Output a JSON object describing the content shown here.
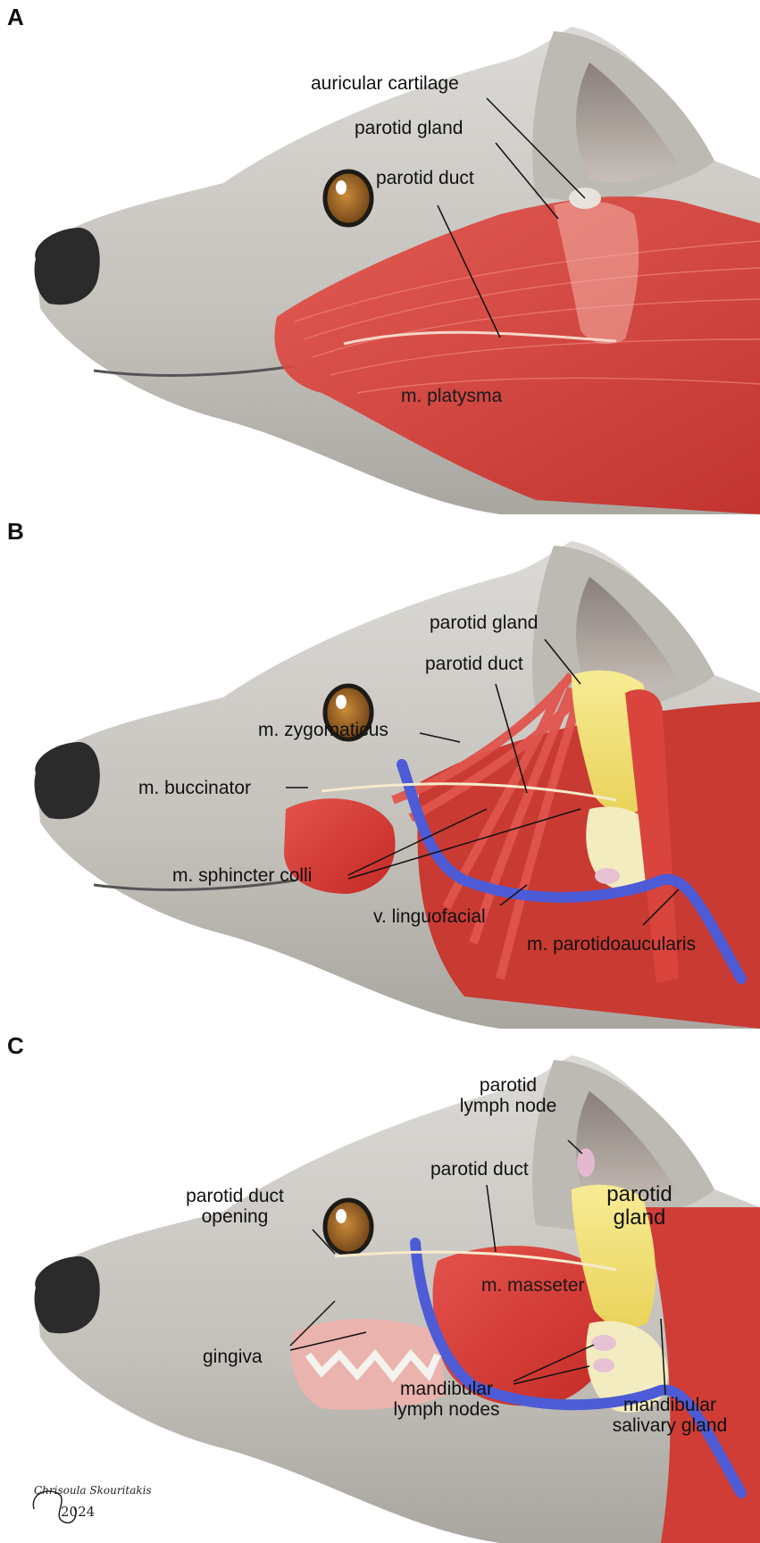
{
  "panels": [
    {
      "letter": "A",
      "labels": {
        "auricular_cartilage": "auricular cartilage",
        "parotid_gland": "parotid gland",
        "parotid_duct": "parotid duct",
        "m_platysma": "m. platysma"
      }
    },
    {
      "letter": "B",
      "labels": {
        "parotid_gland": "parotid gland",
        "parotid_duct": "parotid duct",
        "m_zygomaticus": "m. zygomaticus",
        "m_buccinator": "m. buccinator",
        "m_sphincter_colli": "m. sphincter colli",
        "v_linguofacial": "v. linguofacial",
        "m_parotidoaucularis": "m. parotidoaucularis"
      }
    },
    {
      "letter": "C",
      "labels": {
        "parotid_lymph_node_1": "parotid",
        "parotid_lymph_node_2": "lymph node",
        "parotid_duct": "parotid duct",
        "parotid_duct_opening_1": "parotid duct",
        "parotid_duct_opening_2": "opening",
        "parotid_gland_1": "parotid",
        "parotid_gland_2": "gland",
        "m_masseter": "m. masseter",
        "gingiva": "gingiva",
        "mandibular_lymph_nodes_1": "mandibular",
        "mandibular_lymph_nodes_2": "lymph nodes",
        "mandibular_salivary_gland_1": "mandibular",
        "mandibular_salivary_gland_2": "salivary gland"
      }
    }
  ],
  "signature": {
    "name": "Chrisoula Skouritakis",
    "year": "2024"
  },
  "colors": {
    "fur": "#c9c6c1",
    "nose": "#2a2a2a",
    "muscle": "#d8342f",
    "gland": "#f3e27a",
    "vein": "#4d5bd6",
    "cartilage": "#e8e2dc"
  }
}
